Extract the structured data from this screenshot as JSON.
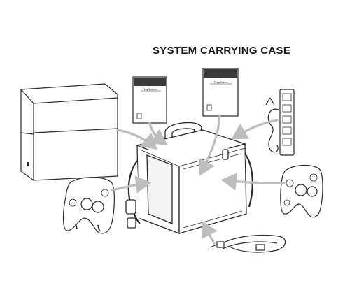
{
  "diagram": {
    "title": "SYSTEM CARRYING CASE",
    "disc_label": "PlayStation",
    "colors": {
      "line": "#2a2a2a",
      "arrow": "#bdbdbd",
      "fill": "#ffffff",
      "shade": "#e6e6e6"
    },
    "components": [
      "console",
      "game-disc-left",
      "game-disc-right",
      "charging-dock",
      "controller-left",
      "controller-right",
      "cable-bundle",
      "carrying-case"
    ]
  }
}
